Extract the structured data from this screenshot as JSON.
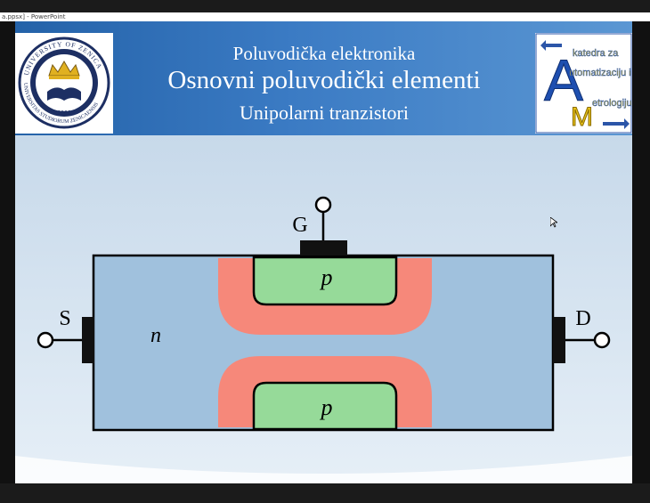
{
  "window": {
    "title": "a.ppsx] - PowerPoint"
  },
  "header": {
    "line1": "Poluvodička elektronika",
    "line2": "Osnovni poluvodički elementi",
    "line3": "Unipolarni tranzistori"
  },
  "logos": {
    "left": {
      "ring_text_top": "UNIVERSITY OF ZENICA",
      "ring_text_bottom": "UNIVERSITAS STUDIORUM ZENICAENSIS",
      "year": "2000"
    },
    "right": {
      "l1": "katedra za",
      "l2": "utomatizaciju i",
      "l3": "etrologiju",
      "A": "A",
      "M": "M"
    }
  },
  "diagram": {
    "gate_label": "G",
    "source_label": "S",
    "drain_label": "D",
    "n_label": "n",
    "p_top_label": "p",
    "p_bottom_label": "p"
  },
  "colors": {
    "n_region": "#a0c1dd",
    "depletion": "#f6887a",
    "p_region": "#96da99",
    "header_blue": "#2f6fb8"
  }
}
